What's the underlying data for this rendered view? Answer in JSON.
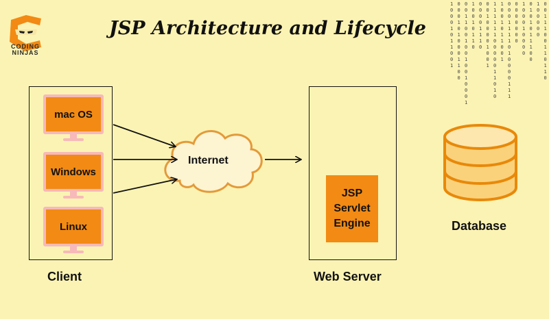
{
  "title": "JSP Architecture and Lifecycle",
  "logo": {
    "line1": "CODING",
    "line2": "NINJAS"
  },
  "client": {
    "label": "Client",
    "computers": [
      "mac OS",
      "Windows",
      "Linux"
    ]
  },
  "internet": {
    "label": "Internet"
  },
  "web_server": {
    "label": "Web Server",
    "engine_lines": [
      "JSP",
      "Servlet",
      "Engine"
    ]
  },
  "database": {
    "label": "Database"
  },
  "colors": {
    "background": "#fbf3b3",
    "accent_orange": "#f28a14",
    "monitor_frame": "#f7b9b9",
    "cloud": "#fdf4d2",
    "cloud_stroke": "#e39a3a",
    "database_fill": "#fbd27c",
    "database_stroke": "#e8890a"
  },
  "icons": [
    "logo-icon",
    "cloud-icon",
    "database-icon",
    "arrow-icon"
  ]
}
